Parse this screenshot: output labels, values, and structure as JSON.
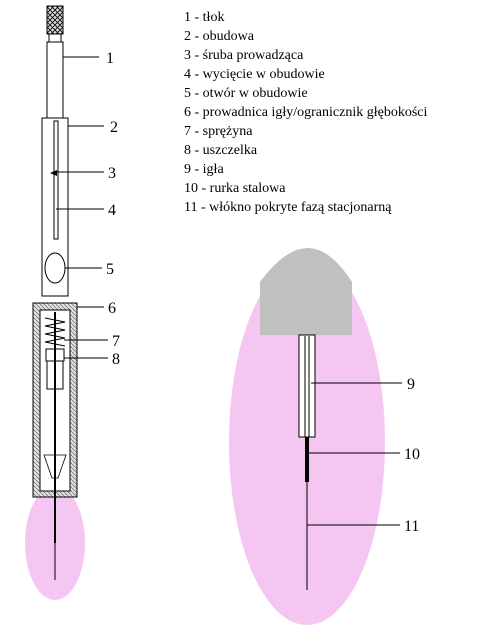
{
  "legend": [
    {
      "num": "1",
      "label": "1 - tłok"
    },
    {
      "num": "2",
      "label": "2 - obudowa"
    },
    {
      "num": "3",
      "label": "3 - śruba prowadząca"
    },
    {
      "num": "4",
      "label": "4 - wycięcie w obudowie"
    },
    {
      "num": "5",
      "label": "5 - otwór w obudowie"
    },
    {
      "num": "6",
      "label": "6 - prowadnica igły/ogranicznik głębokości"
    },
    {
      "num": "7",
      "label": "7 - sprężyna"
    },
    {
      "num": "8",
      "label": "8 - uszczelka"
    },
    {
      "num": "9",
      "label": "9 - igła"
    },
    {
      "num": "10",
      "label": "10 - rurka stalowa"
    },
    {
      "num": "11",
      "label": "11 - włókno pokryte fazą stacjonarną"
    }
  ],
  "callouts_left": [
    "1",
    "2",
    "3",
    "4",
    "5",
    "6",
    "7",
    "8"
  ],
  "callouts_right": [
    "9",
    "10",
    "11"
  ],
  "colors": {
    "sample_pink": "#f5c6f2",
    "housing_gray": "#c0c0c0",
    "line": "#000000"
  }
}
